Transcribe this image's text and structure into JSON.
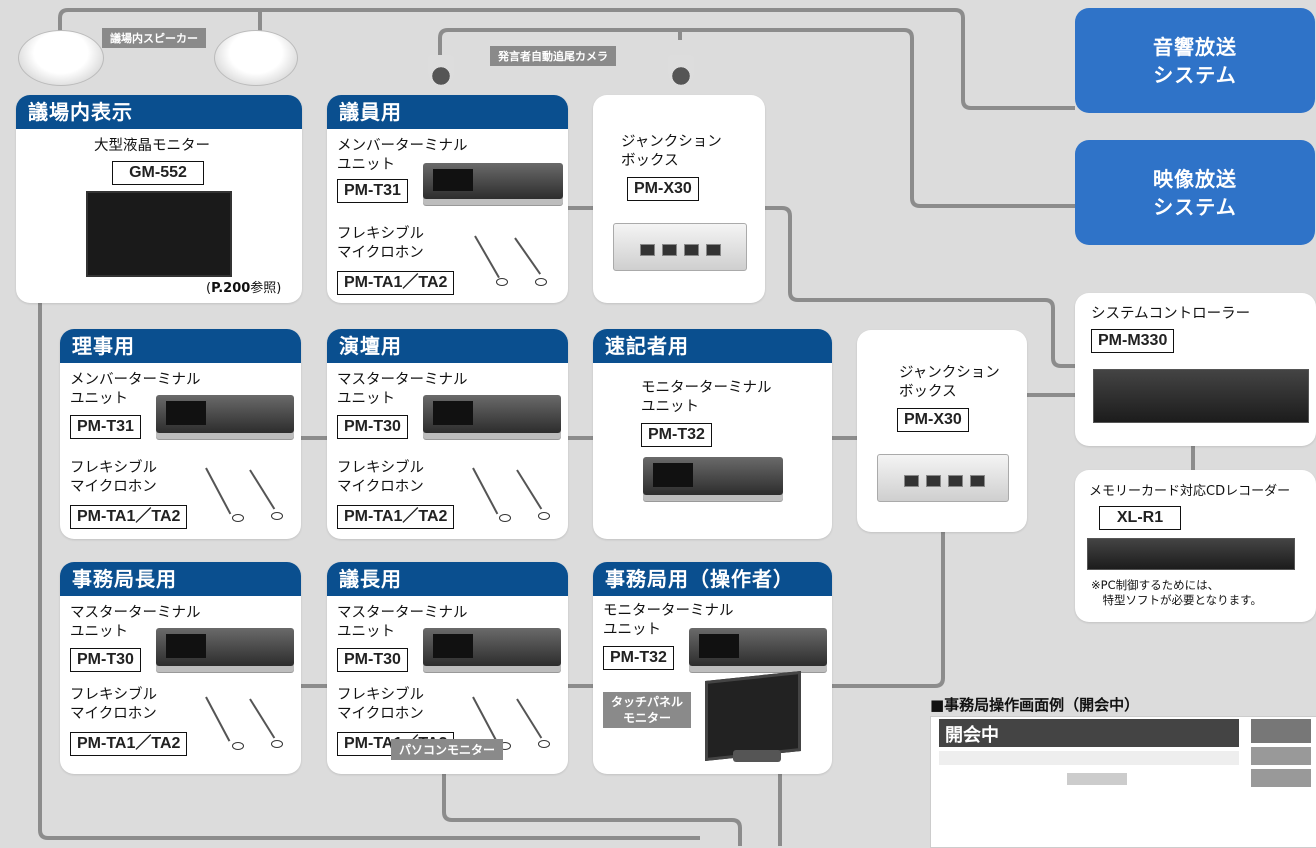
{
  "colors": {
    "header_blue": "#0a4f8f",
    "button_blue": "#2f73c8",
    "line_gray": "#8c8c8c",
    "background": "#dcdcdc"
  },
  "tags": {
    "speaker": "議場内スピーカー",
    "camera": "発言者自動追尾カメラ",
    "pc_monitor": "パソコンモニター",
    "touch_panel": "タッチパネル\nモニター"
  },
  "systems": {
    "audio": "音響放送\nシステム",
    "video": "映像放送\nシステム"
  },
  "cards": {
    "display": {
      "title": "議場内表示",
      "device": "大型液晶モニター",
      "model": "GM-552",
      "ref_prefix": "(",
      "ref_bold": "P.200",
      "ref_suffix": "参照)"
    },
    "giin": {
      "title": "議員用",
      "unit": "メンバーターミナル\nユニット",
      "unit_model": "PM-T31",
      "mic": "フレキシブル\nマイクロホン",
      "mic_model": "PM-TA1／TA2"
    },
    "jb1": {
      "name": "ジャンクション\nボックス",
      "model": "PM-X30"
    },
    "rijiyo": {
      "title": "理事用",
      "unit": "メンバーターミナル\nユニット",
      "unit_model": "PM-T31",
      "mic": "フレキシブル\nマイクロホン",
      "mic_model": "PM-TA1／TA2"
    },
    "endan": {
      "title": "演壇用",
      "unit": "マスターターミナル\nユニット",
      "unit_model": "PM-T30",
      "mic": "フレキシブル\nマイクロホン",
      "mic_model": "PM-TA1／TA2"
    },
    "sokki": {
      "title": "速記者用",
      "unit": "モニターターミナル\nユニット",
      "unit_model": "PM-T32"
    },
    "jb2": {
      "name": "ジャンクション\nボックス",
      "model": "PM-X30"
    },
    "controller": {
      "name": "システムコントローラー",
      "model": "PM-M330"
    },
    "recorder": {
      "name": "メモリーカード対応CDレコーダー",
      "model": "XL-R1",
      "note": "※PC制御するためには、\n　特型ソフトが必要となります。"
    },
    "jimukyokucho": {
      "title": "事務局長用",
      "unit": "マスターターミナル\nユニット",
      "unit_model": "PM-T30",
      "mic": "フレキシブル\nマイクロホン",
      "mic_model": "PM-TA1／TA2"
    },
    "gicho": {
      "title": "議長用",
      "unit": "マスターターミナル\nユニット",
      "unit_model": "PM-T30",
      "mic": "フレキシブル\nマイクロホン",
      "mic_model": "PM-TA1／TA2"
    },
    "operator": {
      "title": "事務局用（操作者）",
      "unit": "モニターターミナル\nユニット",
      "unit_model": "PM-T32"
    }
  },
  "screen_example": {
    "heading": "■事務局操作画面例（開会中）",
    "status": "開会中"
  }
}
